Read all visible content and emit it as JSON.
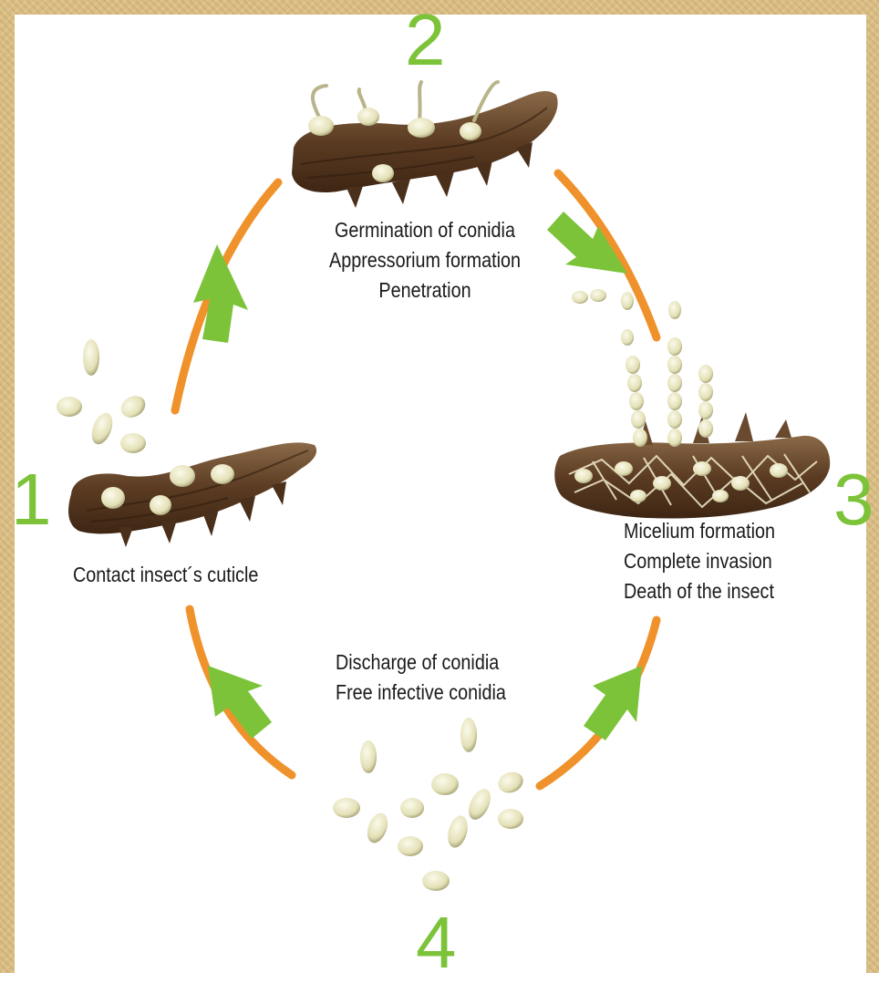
{
  "stages": [
    {
      "number": "1",
      "lines": [
        "Contact insect´s cuticle"
      ]
    },
    {
      "number": "2",
      "lines": [
        "Germination of conidia",
        "Appressorium formation",
        "Penetration"
      ]
    },
    {
      "number": "3",
      "lines": [
        "Micelium formation",
        "Complete invasion",
        "Death of the insect"
      ]
    },
    {
      "number": "4",
      "lines": [
        "Discharge of conidia",
        "Free infective conidia"
      ]
    }
  ],
  "colors": {
    "cycle_arc": "#f0922b",
    "arrow": "#7cc33a",
    "stage_number": "#7cc33a",
    "caterpillar": "#5e4028",
    "conidium": "#e7e4bd",
    "frame": "#d9bd86"
  }
}
